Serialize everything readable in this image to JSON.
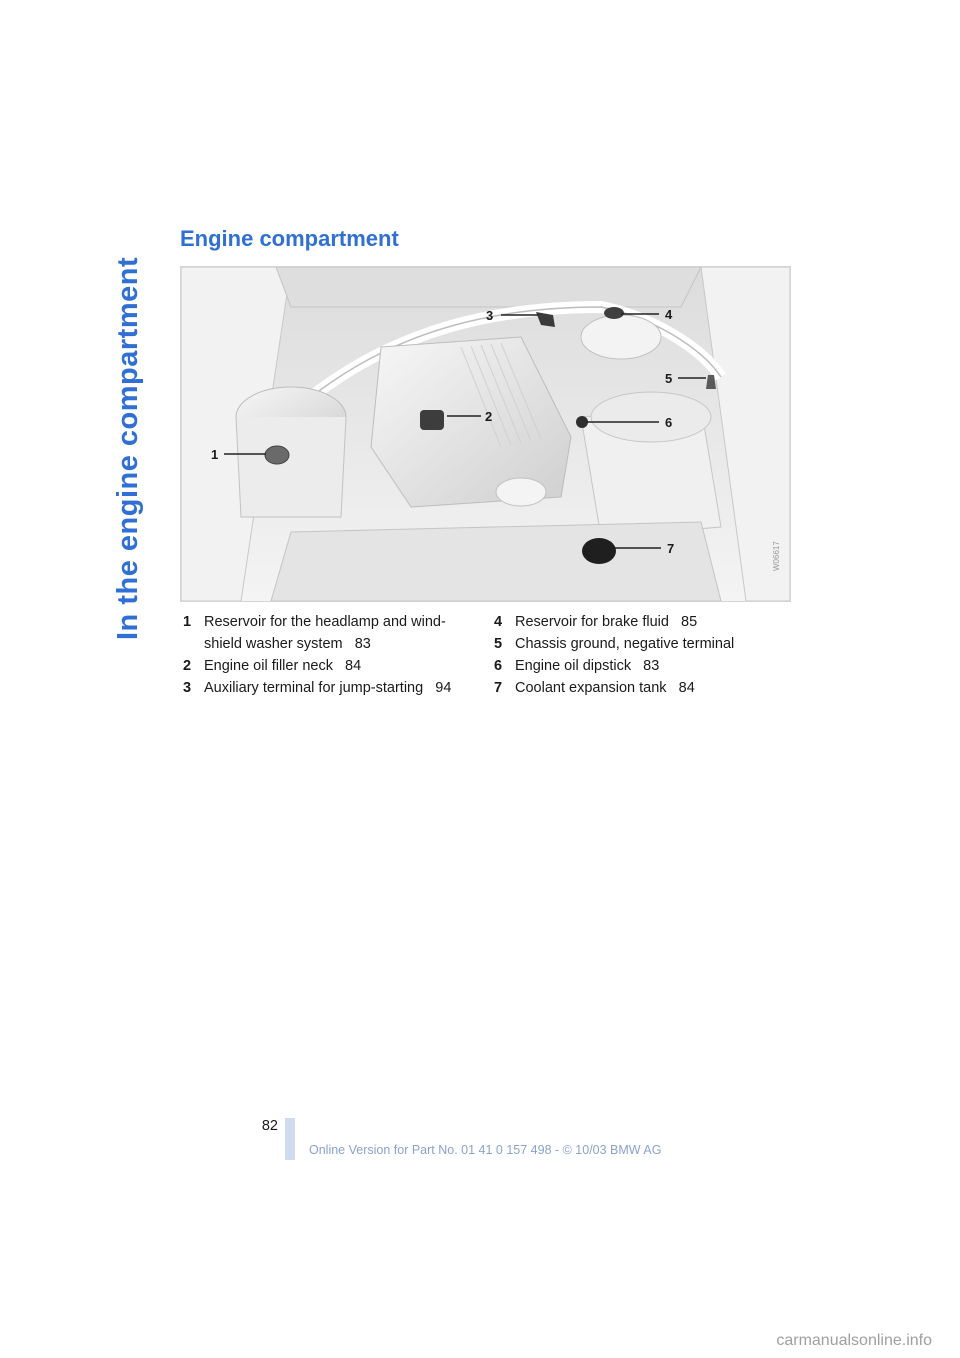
{
  "section_title": "In the engine compartment",
  "heading": "Engine compartment",
  "figure": {
    "code": "W06617",
    "callouts": [
      "1",
      "2",
      "3",
      "4",
      "5",
      "6",
      "7"
    ]
  },
  "legend": [
    {
      "num": "1",
      "text": "Reservoir for the headlamp and wind-shield washer system   83"
    },
    {
      "num": "2",
      "text": "Engine oil filler neck   84"
    },
    {
      "num": "3",
      "text": "Auxiliary terminal for jump-starting   94"
    },
    {
      "num": "4",
      "text": "Reservoir for brake fluid   85"
    },
    {
      "num": "5",
      "text": "Chassis ground, negative terminal"
    },
    {
      "num": "6",
      "text": "Engine oil dipstick   83"
    },
    {
      "num": "7",
      "text": "Coolant expansion tank   84"
    }
  ],
  "page_number": "82",
  "footer": "Online Version for Part No. 01 41 0 157 498 - © 10/03 BMW AG",
  "watermark": "carmanualsonline.info"
}
